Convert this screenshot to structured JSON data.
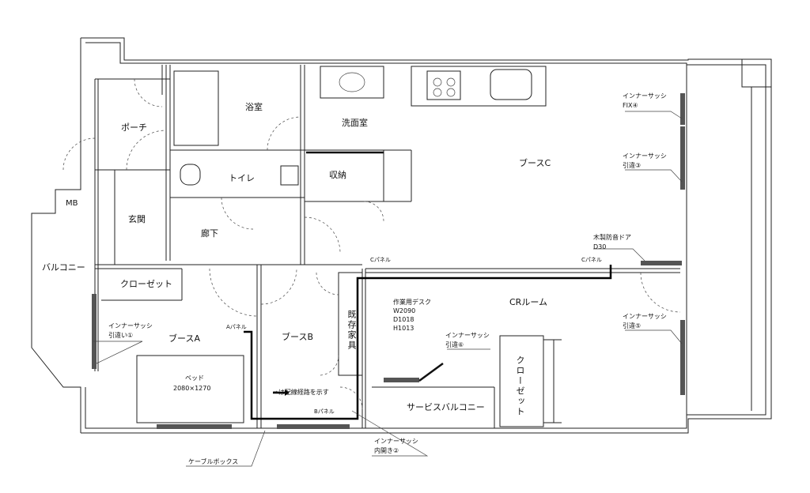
{
  "rooms": {
    "porch": "ポーチ",
    "bath": "浴室",
    "washroom": "洗面室",
    "toilet": "トイレ",
    "storage": "収納",
    "booth_c": "ブースC",
    "mb": "MB",
    "entrance": "玄関",
    "hallway": "廊下",
    "balcony": "バルコニー",
    "closet_a": "クローゼット",
    "booth_a": "ブースA",
    "booth_b": "ブースB",
    "existing_furniture": "既存家具",
    "cr_room": "CRルーム",
    "closet_cr": "クローゼット",
    "service_balcony": "サービスバルコニー"
  },
  "notes": {
    "sash4_line1": "インナーサッシ",
    "sash4_line2": "FIX④",
    "sash3_line1": "インナーサッシ",
    "sash3_line2": "引違③",
    "door_line1": "木製防音ドア",
    "door_line2": "D30",
    "c_panel_1": "Cパネル",
    "c_panel_2": "Cパネル",
    "a_panel": "Aパネル",
    "b_panel": "Bパネル",
    "desk_line1": "作業用デスク",
    "desk_line2": "W2090",
    "desk_line3": "D1018",
    "desk_line4": "H1013",
    "sash6_line1": "インナーサッシ",
    "sash6_line2": "引違⑥",
    "sash5_line1": "インナーサッシ",
    "sash5_line2": "引違⑤",
    "sash1_line1": "インナーサッシ",
    "sash1_line2": "引違い①",
    "bed_line1": "ベッド",
    "bed_line2": "2080×1270",
    "route_legend": "➡は配線経路を示す",
    "sash2_line1": "インナーサッシ",
    "sash2_line2": "内開き②",
    "cable_box": "ケーブルボックス"
  }
}
